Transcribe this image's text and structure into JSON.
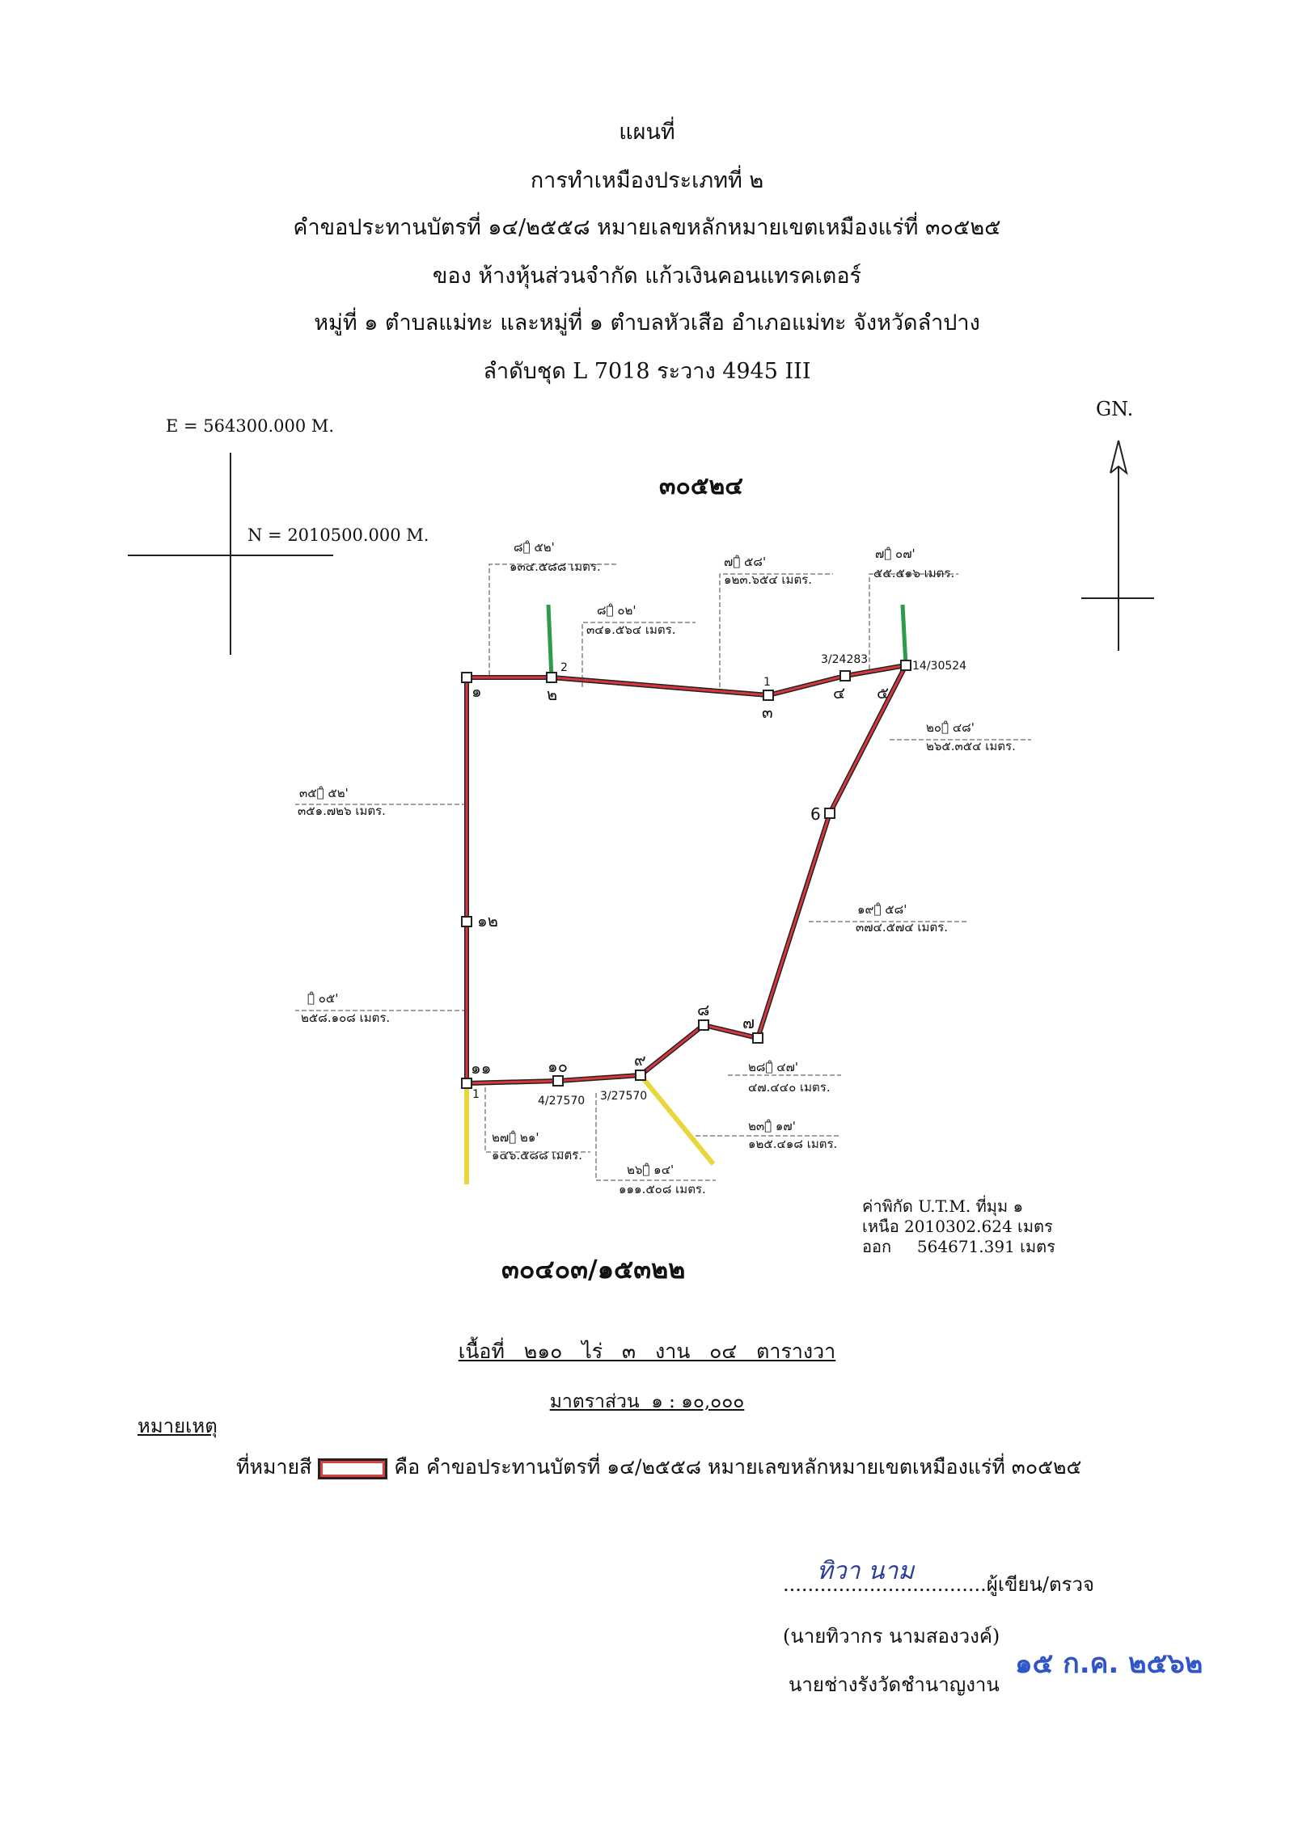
{
  "header": {
    "line1": "แผนที่",
    "line2": "การทำเหมืองประเภทที่ ๒",
    "line3": "คำขอประทานบัตรที่ ๑๔/๒๕๕๘ หมายเลขหลักหมายเขตเหมืองแร่ที่ ๓๐๕๒๕",
    "line4": "ของ ห้างหุ้นส่วนจำกัด แก้วเงินคอนแทรคเตอร์",
    "line5": "หมู่ที่ ๑ ตำบลแม่ทะ และหมู่ที่ ๑ ตำบลหัวเสือ อำเภอแม่ทะ จังหวัดลำปาง",
    "line6": "ลำดับชุด L 7018 ระวาง 4945 III"
  },
  "grid_ref": {
    "east": "E = 564300.000 M.",
    "north": "N = 2010500.000 M."
  },
  "north_label": "GN.",
  "map": {
    "adjacent_top": "๓๐๕๒๔",
    "adjacent_bottom": "๓๐๔๐๓/๑๕๓๒๒",
    "colors": {
      "boundary": "#d9363e",
      "adjacent_green": "#2e9a4a",
      "adjacent_yellow": "#e8d63a",
      "line": "#222222"
    },
    "points": [
      {
        "label": "๑"
      },
      {
        "label": "๒"
      },
      {
        "label": "๓"
      },
      {
        "label": "๔"
      },
      {
        "label": "๕"
      },
      {
        "label": "6"
      },
      {
        "label": "๗"
      },
      {
        "label": "๘"
      },
      {
        "label": "๙"
      },
      {
        "label": "๑๐"
      },
      {
        "label": "๑๑"
      },
      {
        "label": "๑๒"
      }
    ],
    "extra_labels": [
      "2",
      "1",
      "3/24283",
      "14/30524",
      "1",
      "4/27570",
      "3/27570"
    ],
    "bearings": [
      {
        "angle": "๘๕̊ ๕๒'",
        "dist": "๑๓๔.๕๘๘ เมตร."
      },
      {
        "angle": "๘๕̊ ๐๒'",
        "dist": "๓๔๑.๕๖๔ เมตร."
      },
      {
        "angle": "๗๕̊ ๕๘'",
        "dist": "๑๒๓.๖๕๔ เมตร."
      },
      {
        "angle": "๗๕̊ ๐๗'",
        "dist": "๕๕.๕๑๖ เมตร."
      },
      {
        "angle": "๒๐๖̊ ๔๘'",
        "dist": "๒๖๕.๓๕๔ เมตร."
      },
      {
        "angle": "๓๕๕̊ ๕๒'",
        "dist": "๓๕๑.๗๒๖ เมตร."
      },
      {
        "angle": "๑๙๗̊ ๕๘'",
        "dist": "๓๗๔.๕๗๔ เมตร."
      },
      {
        "angle": "๑̊ ๐๕'",
        "dist": "๒๕๘.๑๐๘ เมตร."
      },
      {
        "angle": "๒๘๔̊ ๔๗'",
        "dist": "๔๗.๔๔๐ เมตร."
      },
      {
        "angle": "๒๓๐̊ ๑๗'",
        "dist": "๑๒๕.๔๑๘ เมตร."
      },
      {
        "angle": "๒๗๐̊ ๒๑'",
        "dist": "๑๔๖.๕๘๘ เมตร."
      },
      {
        "angle": "๒๖๕̊ ๑๔'",
        "dist": "๑๑๑.๕๐๘ เมตร."
      }
    ]
  },
  "utm": {
    "title": "ค่าพิกัด U.T.M. ที่มุม ๑",
    "north": "เหนือ 2010302.624 เมตร",
    "east": "ออก     564671.391 เมตร"
  },
  "area": "เนื้อที่   ๒๑๐   ไร่   ๓   งาน   ๐๔   ตารางวา",
  "scale": "มาตราส่วน  ๑ : ๑๐,๐๐๐",
  "remark": {
    "title": "หมายเหตุ",
    "prefix": "ที่หมายสี",
    "text": "คือ คำขอประทานบัตรที่ ๑๔/๒๕๕๘ หมายเลขหลักหมายเขตเหมืองแร่ที่ ๓๐๕๒๕"
  },
  "signature": {
    "handwriting": "ทิวา นาม",
    "role": ".................................ผู้เขียน/ตรวจ",
    "name": "(นายทิวากร นามสองวงค์)",
    "position": "นายช่างรังวัดชำนาญงาน",
    "date_stamp": "๑๕ ก.ค. ๒๕๖๒"
  }
}
